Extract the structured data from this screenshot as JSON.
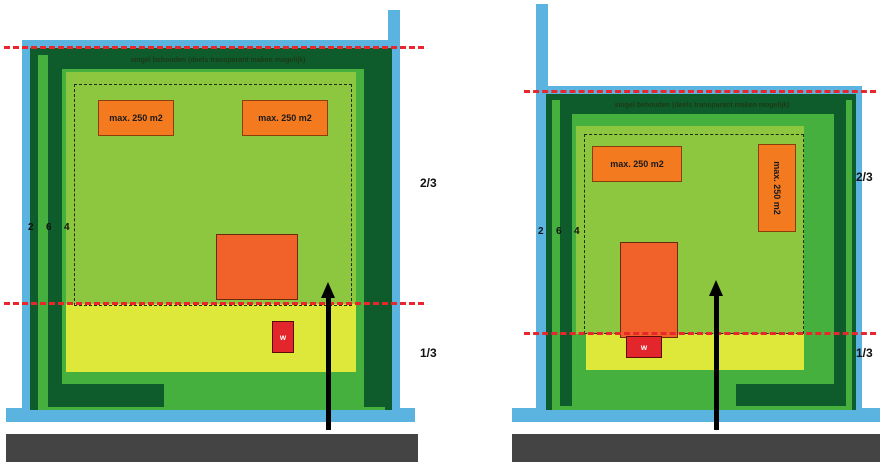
{
  "plans": [
    {
      "hedge_label": "singel behouden (deels transparant maken mogelijk)",
      "zones": [
        "max. 250 m2",
        "max. 250 m2"
      ],
      "w_label": "w",
      "dims": [
        "2",
        "6",
        "4"
      ],
      "ratio_top": "2/3",
      "ratio_bottom": "1/3"
    },
    {
      "hedge_label": "singel behouden (deels transparant maken mogelijk)",
      "zones": [
        "max. 250 m2",
        "max. 250 m2"
      ],
      "w_label": "w",
      "dims": [
        "2",
        "6",
        "4"
      ],
      "ratio_top": "2/3",
      "ratio_bottom": "1/3"
    }
  ],
  "colors": {
    "water": "#5bb4e0",
    "hedge": "#0e5b2c",
    "green": "#45b03e",
    "lawn": "#8dc63f",
    "front_yard": "#dde83a",
    "outbuilding_zone": "#f47a20",
    "house": "#f0622a",
    "w": "#e3262b",
    "dashed_line": "#e8262b",
    "road": "#444444"
  }
}
